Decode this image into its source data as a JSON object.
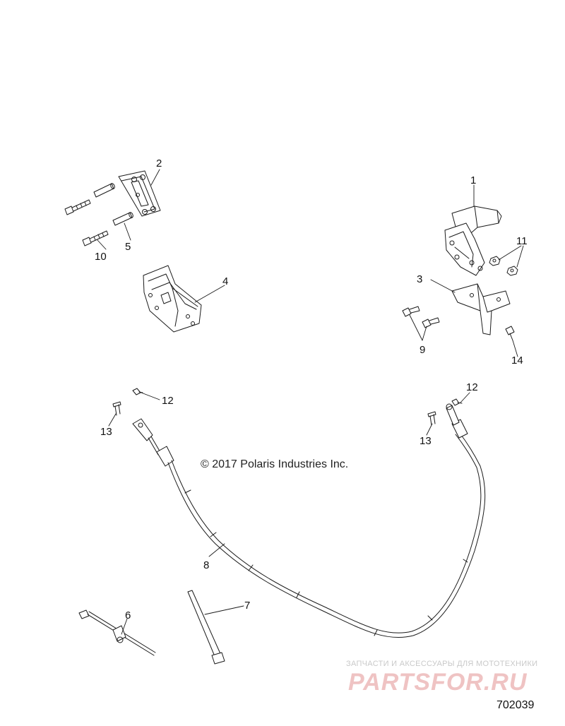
{
  "diagram": {
    "copyright": "© 2017 Polaris Industries Inc.",
    "diagram_number": "702039",
    "watermark": {
      "tagline": "ЗАПЧАСТИ И АКСЕССУАРЫ ДЛЯ МОТОТЕХНИКИ",
      "logo": "PARTSFOR.RU"
    },
    "callouts": {
      "c1": "1",
      "c2": "2",
      "c3": "3",
      "c4": "4",
      "c5": "5",
      "c6": "6",
      "c7": "7",
      "c8": "8",
      "c9": "9",
      "c10": "10",
      "c11": "11",
      "c12a": "12",
      "c12b": "12",
      "c13a": "13",
      "c13b": "13",
      "c14": "14"
    }
  }
}
